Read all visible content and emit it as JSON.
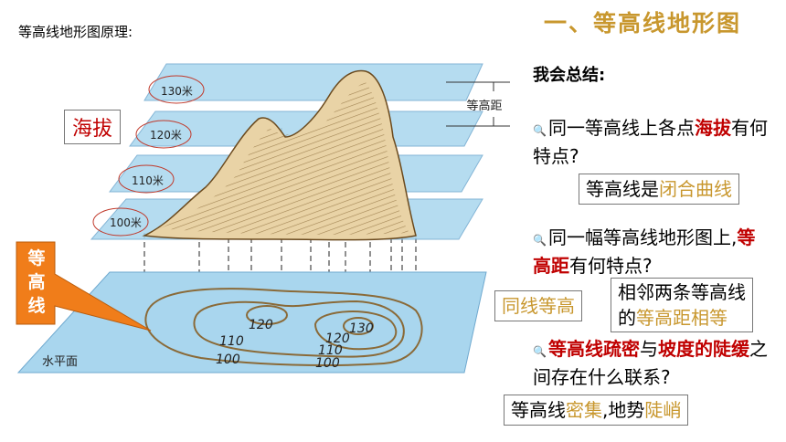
{
  "slide": {
    "title": "一、等高线地形图",
    "caption": "等高线地形图原理:"
  },
  "figure": {
    "layer_labels": [
      "130米",
      "120米",
      "110米",
      "100米"
    ],
    "interval_label": "等高距",
    "plane_label": "水平面",
    "contour_labels": [
      "120",
      "130",
      "120",
      "110",
      "110",
      "100",
      "100"
    ],
    "altitude_box": "海拔",
    "callout_lines": [
      "等",
      "高",
      "线"
    ]
  },
  "summary": {
    "heading": "我会总结:",
    "q1": {
      "pre": "同一等高线上各点",
      "key": "海拔",
      "post": "有何特点?"
    },
    "a1": {
      "pre": "等高线是",
      "hl": "闭合曲线"
    },
    "q2": {
      "pre": "同一幅等高线地形图上,",
      "key": "等高距",
      "post": "有何特点?"
    },
    "a2_left": "同线等高",
    "a2_right": {
      "pre1": "相邻两条等高线",
      "pre2": "的",
      "hl": "等高距相等"
    },
    "q3": {
      "key1": "等高线疏密",
      "mid": "与",
      "key2": "坡度的陡缓",
      "post": "之间存在什么联系?"
    },
    "a3": {
      "pre": "等高线",
      "hl1": "密集",
      "mid": ",地势",
      "hl2": "陡峭"
    }
  },
  "colors": {
    "title_gold": "#c8972e",
    "key_red": "#c00000",
    "plane_blue": "#a9d6ee",
    "mountain_brown": "#a07a3d",
    "callout_orange": "#f07d1a"
  }
}
